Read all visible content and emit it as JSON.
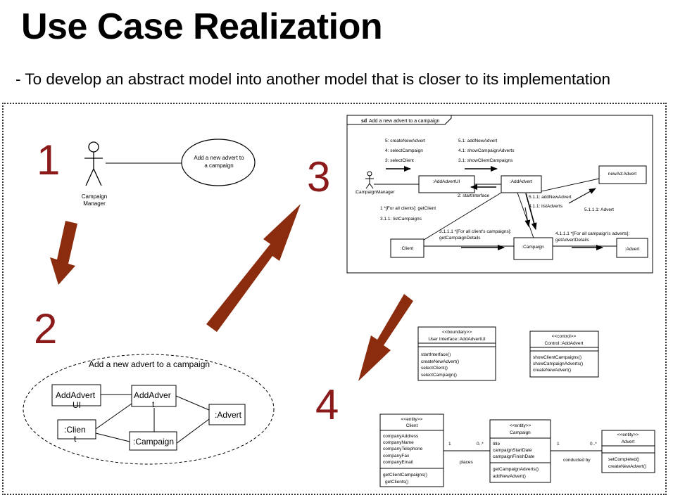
{
  "slide": {
    "title": "Use Case Realization",
    "subtitle": "- To develop an abstract model into another model that is closer to its implementation"
  },
  "steps": {
    "s1": "1",
    "s2": "2",
    "s3": "3",
    "s4": "4"
  },
  "usecase": {
    "actor": [
      "Campaign",
      "Manager"
    ],
    "ellipse": [
      "Add a new advert to",
      "a campaign"
    ]
  },
  "collab": {
    "title": "Add a new advert to a campaign",
    "boxes": {
      "ui": [
        "AddAdvert",
        "UI"
      ],
      "ctrl": [
        "AddAdver",
        "t"
      ],
      "client": [
        ":Clien",
        "t"
      ],
      "campaign": ":Campaign",
      "advert": ":Advert"
    }
  },
  "comm": {
    "frame_label": "sd",
    "frame_title": "Add a new advert to a campaign",
    "actor": ":CampaignManager",
    "objects": {
      "ui": ":AddAdvertUI",
      "ctrl": ":AddAdvert",
      "newad": "newAd:Advert",
      "client": ":Client",
      "campaign": ":Campaign",
      "advert": ":Advert"
    },
    "messages": {
      "m5": "5: createNewAdvert",
      "m4": "4: selectCampaign",
      "m3": "3: selectClient",
      "m51": "5.1: addNewAdvert",
      "m41": "4.1: showCampaignAdverts",
      "m31": "3.1: showClientCampaigns",
      "m2": "2: startInterface",
      "m511": "5.1.1: addNewAdvert",
      "m411": "4.1.1: listAdverts",
      "m5111": "5.1.1.1: Advert",
      "m1": "1 *[For all clients]: getClient",
      "m311": "3.1.1: listCampaigns",
      "m3111a": "3.1.1.1 *[For all client's campaigns]:",
      "m3111b": "getCampaignDetails",
      "m4111a": "4.1.1.1 *[For all campaign's adverts]:",
      "m4111b": "getAdvertDetails"
    }
  },
  "classes": {
    "ui": {
      "stereo": "<<boundary>>",
      "name": "User Interface::AddAdvertUI",
      "ops": [
        "startInterface()",
        "createNewAdvert()",
        "selectClient()",
        "selectCampaign()"
      ]
    },
    "ctrl": {
      "stereo": "<<control>>",
      "name": "Control::AddAdvert",
      "ops": [
        "showClientCampaigns()",
        "showCampaignAdverts()",
        "createNewAdvert()"
      ]
    },
    "client": {
      "stereo": "<<entity>>",
      "name": "Client",
      "attrs": [
        "companyAddress",
        "companyName",
        "companyTelephone",
        "companyFax",
        "companyEmail"
      ],
      "ops": [
        "getClientCampaigns()",
        "getClients()"
      ]
    },
    "campaign": {
      "stereo": "<<entity>>",
      "name": "Campaign",
      "attrs": [
        "title",
        "campaignStartDate",
        "campaignFinishDate"
      ],
      "ops": [
        "getCampaignAdverts()",
        "addNewAdvert()"
      ]
    },
    "advert": {
      "stereo": "<<entity>>",
      "name": "Advert",
      "attrs": [],
      "ops": [
        "setCompleted()",
        "createNewAdvert()"
      ]
    },
    "assoc1": {
      "m1": "1",
      "m2": "0..*",
      "label": "places"
    },
    "assoc2": {
      "m1": "1",
      "m2": "0..*",
      "label": "conducted by"
    }
  },
  "colors": {
    "arrow": "#8b2c0e",
    "step": "#8b1a1a"
  }
}
